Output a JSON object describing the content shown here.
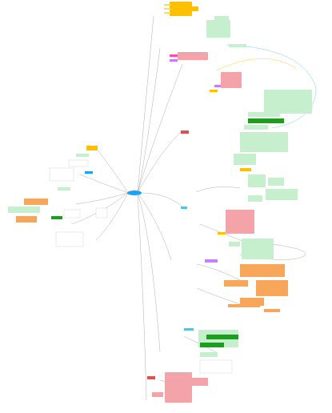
{
  "central": {
    "label": "",
    "color": "#1da1f2"
  },
  "palette": {
    "yellow": "#ffc000",
    "green": "#c6efce",
    "green_dark": "#1e9e1e",
    "pink": "#f4a3a8",
    "orange": "#f8a65a",
    "purple": "#c77dff",
    "cyan": "#5bc0de",
    "line": "#9a9a9a",
    "red_accent": "#e05050"
  },
  "branches": [
    {
      "id": "top-yellow",
      "color_key": "yellow"
    },
    {
      "id": "top-green",
      "color_key": "green"
    },
    {
      "id": "upper-pink",
      "color_key": "pink"
    },
    {
      "id": "mid-green",
      "color_key": "green"
    },
    {
      "id": "center-pink",
      "color_key": "pink"
    },
    {
      "id": "center-green",
      "color_key": "green"
    },
    {
      "id": "lower-orange",
      "color_key": "orange"
    },
    {
      "id": "lower-green",
      "color_key": "green_dark"
    },
    {
      "id": "bottom-pink",
      "color_key": "pink"
    },
    {
      "id": "left-cluster",
      "color_key": "orange"
    }
  ]
}
